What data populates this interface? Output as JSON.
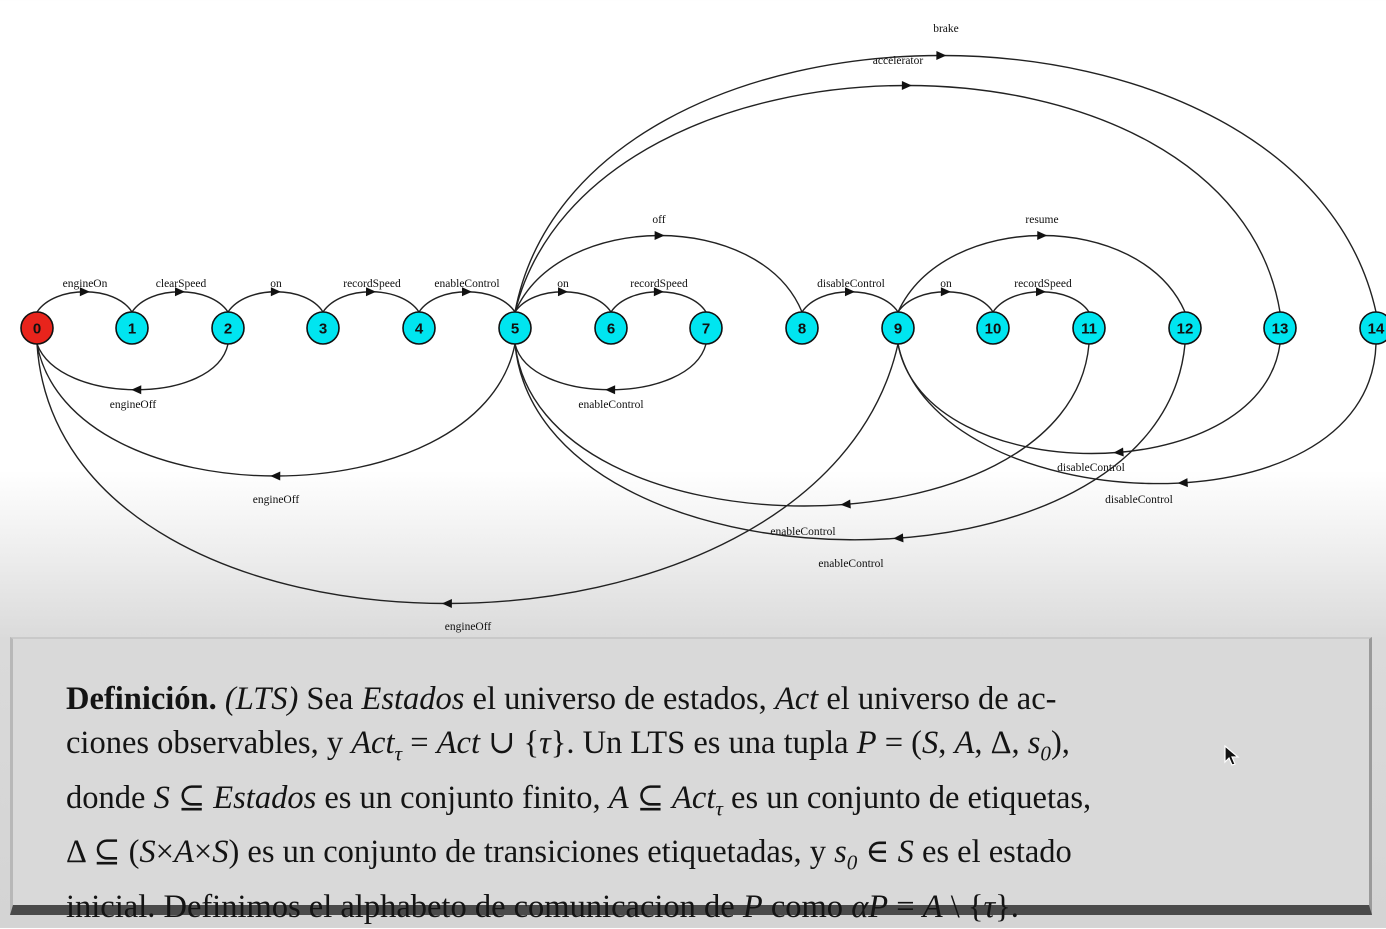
{
  "diagram": {
    "nodes": [
      {
        "id": "0",
        "color": "#e8241c"
      },
      {
        "id": "1",
        "color": "#00e5f0"
      },
      {
        "id": "2",
        "color": "#00e5f0"
      },
      {
        "id": "3",
        "color": "#00e5f0"
      },
      {
        "id": "4",
        "color": "#00e5f0"
      },
      {
        "id": "5",
        "color": "#00e5f0"
      },
      {
        "id": "6",
        "color": "#00e5f0"
      },
      {
        "id": "7",
        "color": "#00e5f0"
      },
      {
        "id": "8",
        "color": "#00e5f0"
      },
      {
        "id": "9",
        "color": "#00e5f0"
      },
      {
        "id": "10",
        "color": "#00e5f0"
      },
      {
        "id": "11",
        "color": "#00e5f0"
      },
      {
        "id": "12",
        "color": "#00e5f0"
      },
      {
        "id": "13",
        "color": "#00e5f0"
      },
      {
        "id": "14",
        "color": "#00e5f0"
      }
    ],
    "edges": [
      {
        "from": "0",
        "to": "1",
        "label": "engineOn"
      },
      {
        "from": "1",
        "to": "2",
        "label": "clearSpeed"
      },
      {
        "from": "2",
        "to": "3",
        "label": "on"
      },
      {
        "from": "3",
        "to": "4",
        "label": "recordSpeed"
      },
      {
        "from": "4",
        "to": "5",
        "label": "enableControl"
      },
      {
        "from": "5",
        "to": "6",
        "label": "on"
      },
      {
        "from": "6",
        "to": "7",
        "label": "recordSpeed"
      },
      {
        "from": "5",
        "to": "8",
        "label": "off"
      },
      {
        "from": "8",
        "to": "9",
        "label": "disableControl"
      },
      {
        "from": "9",
        "to": "10",
        "label": "on"
      },
      {
        "from": "10",
        "to": "11",
        "label": "recordSpeed"
      },
      {
        "from": "9",
        "to": "12",
        "label": "resume"
      },
      {
        "from": "5",
        "to": "13",
        "label": "accelerator"
      },
      {
        "from": "5",
        "to": "14",
        "label": "brake"
      },
      {
        "from": "2",
        "to": "0",
        "label": "engineOff"
      },
      {
        "from": "7",
        "to": "5",
        "label": "enableControl"
      },
      {
        "from": "5",
        "to": "0",
        "label": "engineOff"
      },
      {
        "from": "9",
        "to": "0",
        "label": "engineOff"
      },
      {
        "from": "13",
        "to": "9",
        "label": "disableControl"
      },
      {
        "from": "14",
        "to": "9",
        "label": "disableControl"
      },
      {
        "from": "11",
        "to": "5",
        "label": "enableControl"
      },
      {
        "from": "12",
        "to": "5",
        "label": "enableControl"
      }
    ]
  },
  "definition": {
    "heading": "Definición.",
    "lines": [
      [
        {
          "t": "(LTS)",
          "s": "it"
        },
        {
          "t": " Sea ",
          "s": ""
        },
        {
          "t": "Estados",
          "s": "it"
        },
        {
          "t": " el universo de estados, ",
          "s": ""
        },
        {
          "t": "Act",
          "s": "it"
        },
        {
          "t": " el universo de ac-",
          "s": ""
        }
      ],
      [
        {
          "t": "ciones observables, y ",
          "s": ""
        },
        {
          "t": "Act",
          "s": "it"
        },
        {
          "t": "τ",
          "s": "sub"
        },
        {
          "t": " = ",
          "s": ""
        },
        {
          "t": "Act",
          "s": "it"
        },
        {
          "t": " ∪ {",
          "s": ""
        },
        {
          "t": "τ",
          "s": "it"
        },
        {
          "t": "}.  Un LTS es una tupla ",
          "s": ""
        },
        {
          "t": "P",
          "s": "it"
        },
        {
          "t": " = (",
          "s": ""
        },
        {
          "t": "S",
          "s": "it"
        },
        {
          "t": ", ",
          "s": ""
        },
        {
          "t": "A",
          "s": "it"
        },
        {
          "t": ", Δ, ",
          "s": ""
        },
        {
          "t": "s",
          "s": "it"
        },
        {
          "t": "0",
          "s": "sub"
        },
        {
          "t": "),",
          "s": ""
        }
      ],
      [
        {
          "t": "donde ",
          "s": ""
        },
        {
          "t": "S",
          "s": "it"
        },
        {
          "t": " ⊆ ",
          "s": ""
        },
        {
          "t": "Estados",
          "s": "it"
        },
        {
          "t": " es un conjunto finito, ",
          "s": ""
        },
        {
          "t": "A",
          "s": "it"
        },
        {
          "t": " ⊆ ",
          "s": ""
        },
        {
          "t": "Act",
          "s": "it"
        },
        {
          "t": "τ",
          "s": "sub"
        },
        {
          "t": " es un conjunto de etiquetas,",
          "s": ""
        }
      ],
      [
        {
          "t": "Δ ⊆ (",
          "s": ""
        },
        {
          "t": "S",
          "s": "it"
        },
        {
          "t": "×",
          "s": ""
        },
        {
          "t": "A",
          "s": "it"
        },
        {
          "t": "×",
          "s": ""
        },
        {
          "t": "S",
          "s": "it"
        },
        {
          "t": ") es un conjunto de transiciones etiquetadas, y ",
          "s": ""
        },
        {
          "t": "s",
          "s": "it"
        },
        {
          "t": "0",
          "s": "sub"
        },
        {
          "t": " ∈ ",
          "s": ""
        },
        {
          "t": "S",
          "s": "it"
        },
        {
          "t": " es el estado",
          "s": ""
        }
      ],
      [
        {
          "t": "inicial.  Definimos el alphabeto de comunicacion de ",
          "s": ""
        },
        {
          "t": "P",
          "s": "it"
        },
        {
          "t": " como ",
          "s": ""
        },
        {
          "t": "αP",
          "s": "it"
        },
        {
          "t": " = ",
          "s": ""
        },
        {
          "t": "A",
          "s": "it"
        },
        {
          "t": " \\ {",
          "s": ""
        },
        {
          "t": "τ",
          "s": "it"
        },
        {
          "t": "}.",
          "s": ""
        }
      ]
    ]
  }
}
